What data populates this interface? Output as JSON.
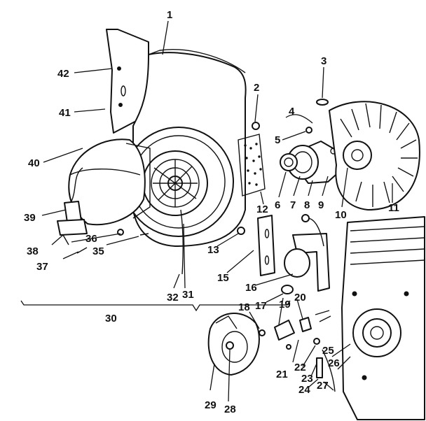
{
  "diagram": {
    "callouts": [
      "1",
      "2",
      "3",
      "4",
      "5",
      "6",
      "7",
      "8",
      "9",
      "10",
      "11",
      "12",
      "13",
      "15",
      "16",
      "17",
      "18",
      "19",
      "20",
      "21",
      "22",
      "23",
      "24",
      "25",
      "26",
      "27",
      "28",
      "29",
      "30",
      "31",
      "32",
      "35",
      "36",
      "37",
      "38",
      "39",
      "40",
      "41",
      "42"
    ]
  },
  "colors": {
    "ink": "#111111",
    "paper": "#ffffff"
  }
}
